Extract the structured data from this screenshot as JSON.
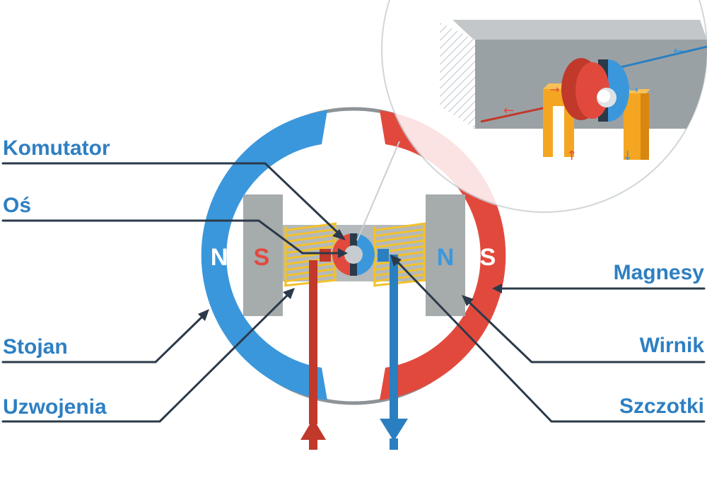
{
  "labels": {
    "komutator": "Komutator",
    "os": "Oś",
    "stojan": "Stojan",
    "uzwojenia": "Uzwojenia",
    "magnesy": "Magnesy",
    "wirnik": "Wirnik",
    "szczotki": "Szczotki"
  },
  "poles": {
    "left_outer": "N",
    "left_inner": "S",
    "right_inner": "N",
    "right_outer": "S"
  },
  "colors": {
    "label_text": "#2e7fc2",
    "leader_line": "#2b3a4a",
    "north_blue": "#3b97dc",
    "south_red": "#e2493d",
    "stator_gray": "#8d9396",
    "pole_shoe_gray": "#a6abab",
    "winding_gold": "#f2c12e",
    "brush_orange": "#f4a623"
  }
}
